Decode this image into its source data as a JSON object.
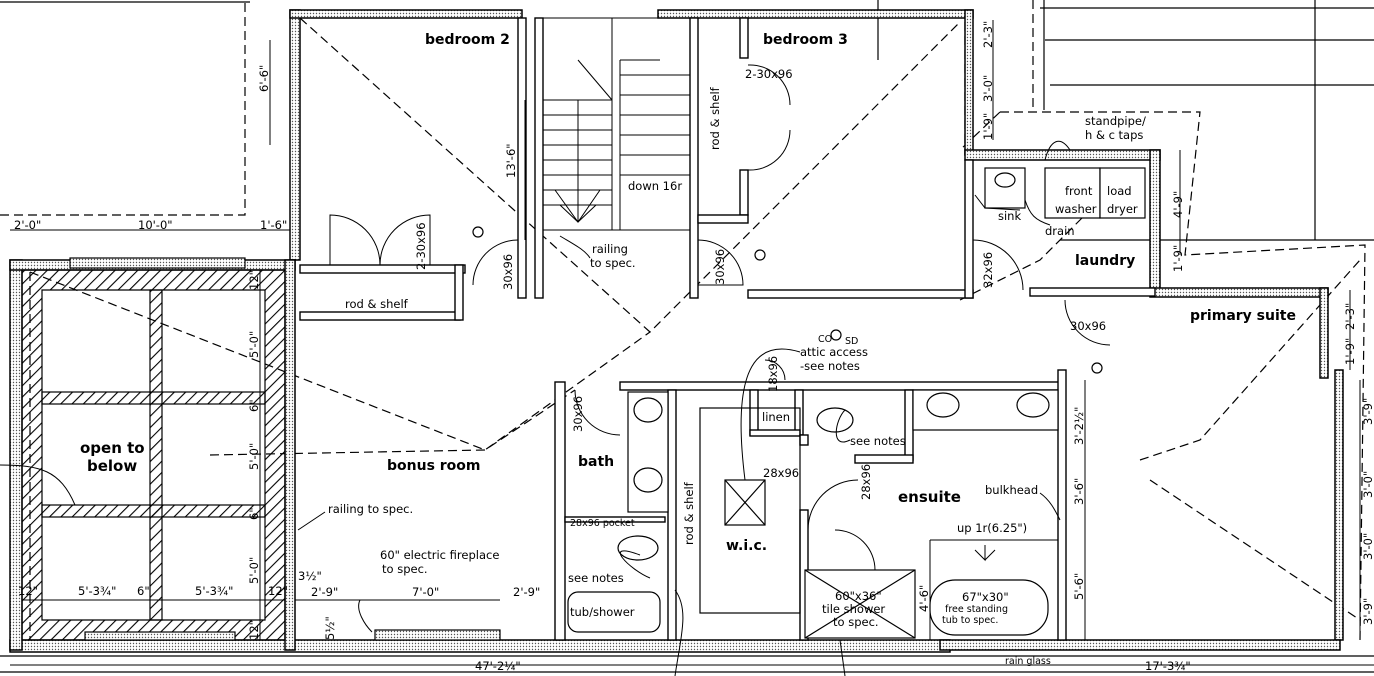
{
  "rooms": {
    "bedroom2": "bedroom 2",
    "bedroom3": "bedroom 3",
    "laundry": "laundry",
    "primary_suite": "primary suite",
    "open_to_below_1": "open to",
    "open_to_below_2": "below",
    "bonus_room": "bonus room",
    "bath": "bath",
    "wic": "w.i.c.",
    "ensuite": "ensuite",
    "linen": "linen"
  },
  "notes": {
    "standpipe_1": "standpipe/",
    "standpipe_2": "h & c taps",
    "front": "front",
    "load": "load",
    "washer": "washer",
    "dryer": "dryer",
    "sink": "sink",
    "drain": "drain",
    "down": "down 16r",
    "railing_1": "railing",
    "railing_2": "to spec.",
    "rod_shelf": "rod & shelf",
    "rod_shelf_v": "rod & shelf",
    "rod_shelf_v2": "rod & shelf",
    "co_sd": "CO",
    "sd": "SD",
    "attic_1": "attic access",
    "attic_2": "-see notes",
    "see_notes": "see notes",
    "see_notes_2": "see notes",
    "railing_spec": "railing to spec.",
    "fireplace_1": "60\" electric fireplace",
    "fireplace_2": "to spec.",
    "bulkhead": "bulkhead",
    "up": "up 1r(6.25\")",
    "pocket": "28x96 pocket",
    "tub_shower": "tub/shower",
    "tile_1": "60\"x36\"",
    "tile_2": "tile shower",
    "tile_3": "to spec.",
    "tub_1": "67\"x30\"",
    "tub_2": "free standing",
    "tub_3": "tub to spec.",
    "rain_glass": "rain glass"
  },
  "doors": {
    "d_2_30x96_a": "2-30x96",
    "d_2_30x96_b": "2-30x96",
    "d_30x96_a": "30x96",
    "d_30x96_b": "30x96",
    "d_30x96_c": "30x96",
    "d_30x96_d": "30x96",
    "d_32x96": "32x96",
    "d_18x96": "18x96",
    "d_28x96_a": "28x96",
    "d_28x96_b": "28x96"
  },
  "dims": {
    "d_2_0": "2'-0\"",
    "d_10_0": "10'-0\"",
    "d_1_6": "1'-6\"",
    "d_6_6": "6'-6\"",
    "d_13_6": "13'-6\"",
    "d_2_3a": "2'-3\"",
    "d_3_0a": "3'-0\"",
    "d_1_9a": "1'-9\"",
    "d_4_9": "4'-9\"",
    "d_1_9b": "1'-9\"",
    "d_2_3b": "2'-3\"",
    "d_1_9c": "1'-9\"",
    "d_3_9a": "3'-9\"",
    "d_3_0b": "3'-0\"",
    "d_3_0c": "3'-0\"",
    "d_3_9b": "3'-9\"",
    "d_12a": "12\"",
    "d_5_0a": "5'-0\"",
    "d_6a": "6\"",
    "d_5_0b": "5'-0\"",
    "d_6b": "6\"",
    "d_5_0c": "5'-0\"",
    "d_12b": "12\"",
    "d_12c": "12\"",
    "d_5_3a": "5'-3¾\"",
    "d_6c": "6\"",
    "d_5_3b": "5'-3¾\"",
    "d_12d": "12\"",
    "d_3_5": "3½\"",
    "d_2_9a": "2'-9\"",
    "d_7_0": "7'-0\"",
    "d_2_9b": "2'-9\"",
    "d_5_5": "5½\"",
    "d_3_2": "3'-2½\"",
    "d_3_6": "3'-6\"",
    "d_4_6": "4'-6\"",
    "d_5_6": "5'-6\"",
    "d_47": "47'-2¼\"",
    "d_17": "17'-3¾\""
  },
  "colors": {
    "ink": "#000000",
    "paper": "#ffffff",
    "wall_fill": "#d9d9d9"
  }
}
